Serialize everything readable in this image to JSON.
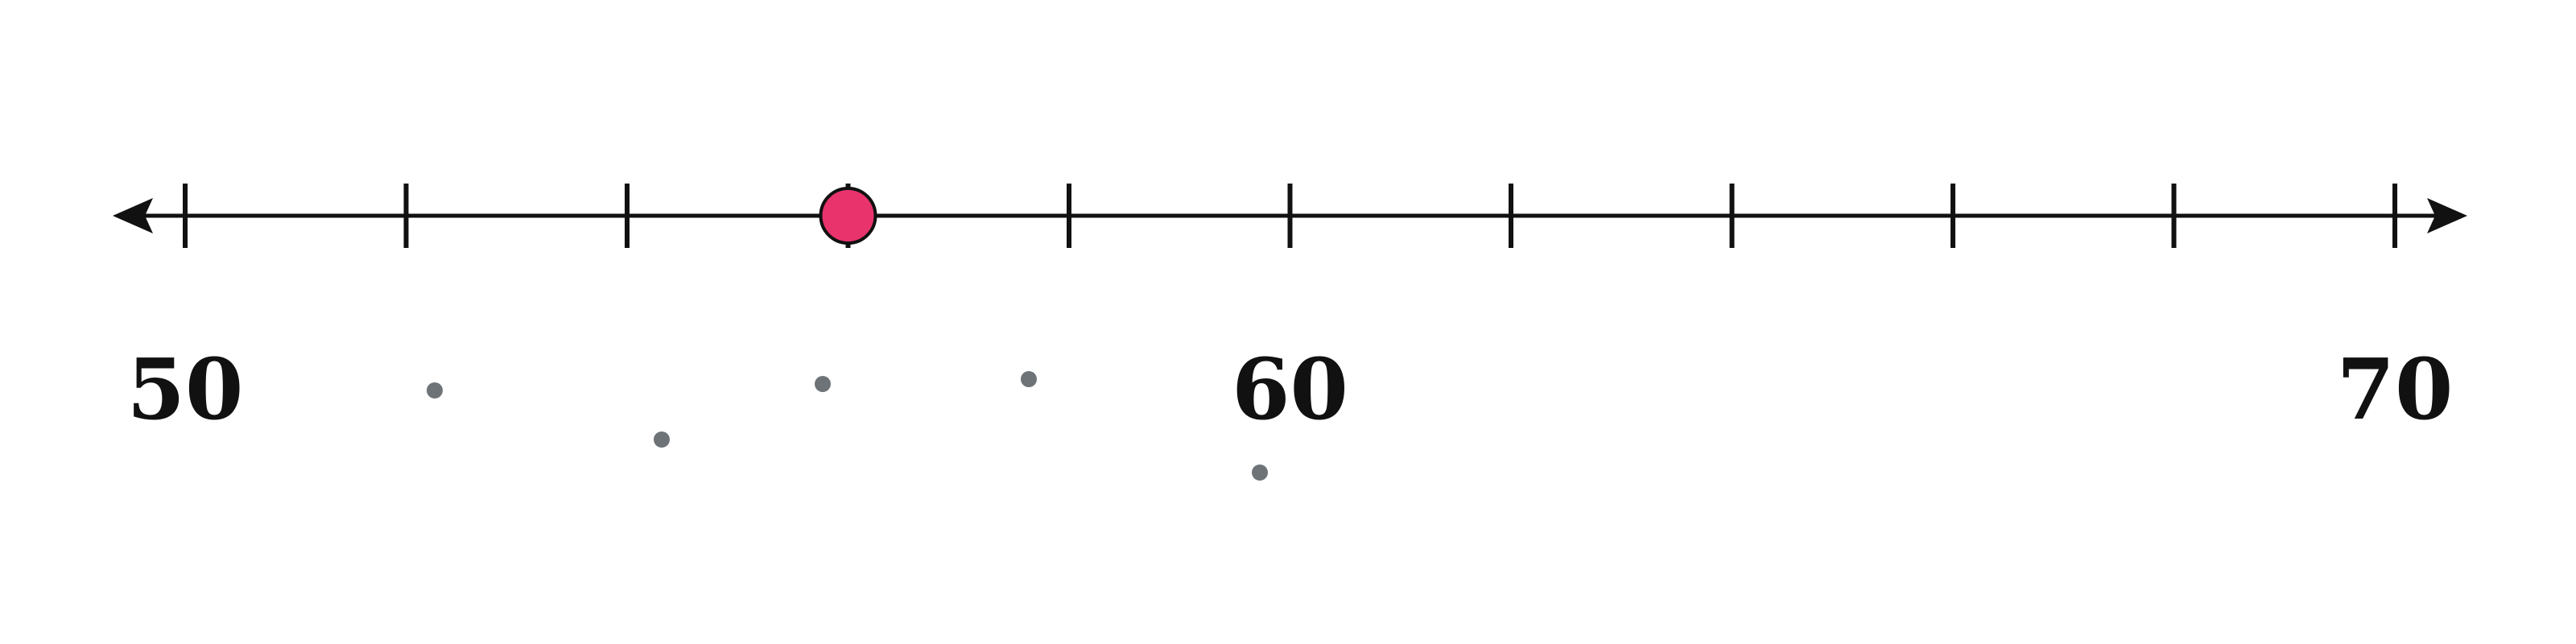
{
  "number_line": {
    "min": 50,
    "max": 70,
    "tick_values": [
      50,
      52,
      54,
      56,
      58,
      60,
      62,
      64,
      66,
      68,
      70
    ],
    "labels": [
      {
        "value": 50,
        "text": "50"
      },
      {
        "value": 60,
        "text": "60"
      },
      {
        "value": 70,
        "text": "70"
      }
    ],
    "marked_point": {
      "value": 56,
      "color": "#E8336D",
      "open": false
    },
    "line_color": "#111111",
    "arrows": "both"
  },
  "stray_dots_color": "#6E7378"
}
